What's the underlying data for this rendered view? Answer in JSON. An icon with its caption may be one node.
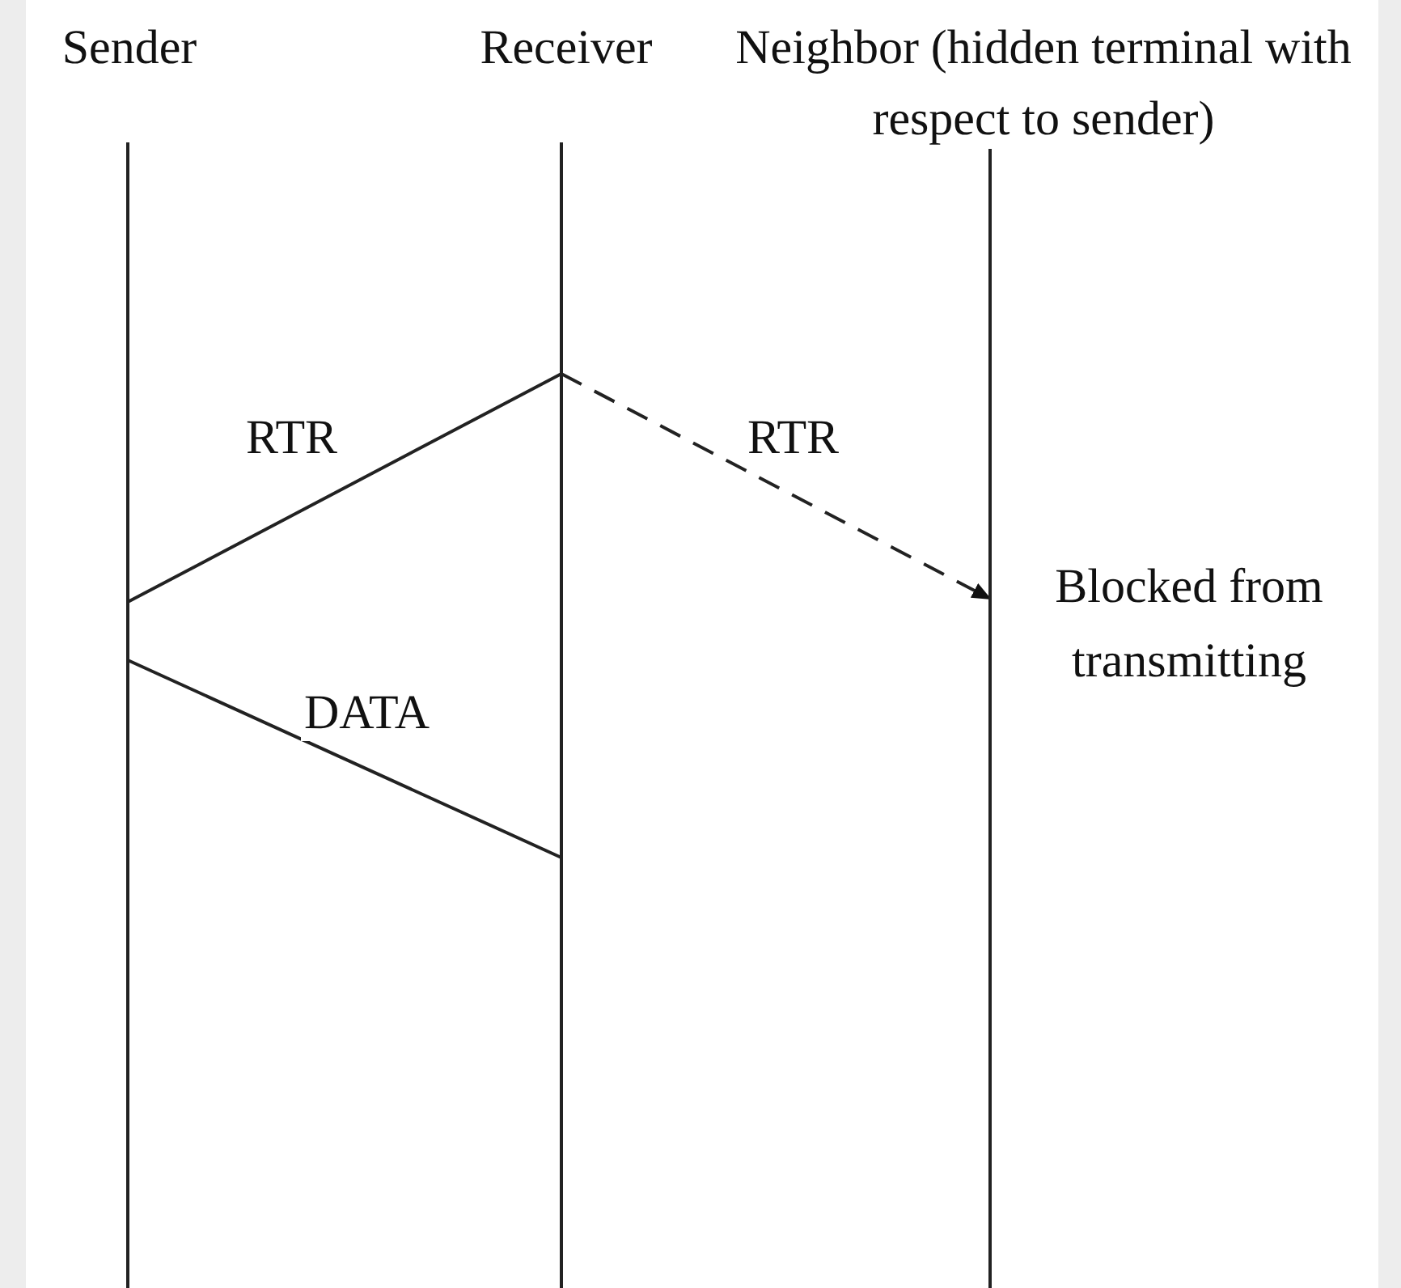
{
  "diagram": {
    "nodes": [
      {
        "text": [
          "Sender"
        ]
      },
      {
        "text": [
          "Receiver"
        ]
      },
      {
        "text": [
          "Neighbor (hidden terminal with respect to sender)"
        ],
        "beside": [
          "Blocked from transmitting"
        ]
      }
    ],
    "edges": [
      {
        "from": 1,
        "to": 0,
        "arrow": "none",
        "label": "RTR"
      },
      {
        "from": 1,
        "to": 2,
        "arrow": "to",
        "label": "RTR",
        "style": "dashed"
      },
      {
        "from": 0,
        "to": 1,
        "arrow": "none",
        "label": "DATA"
      }
    ]
  }
}
